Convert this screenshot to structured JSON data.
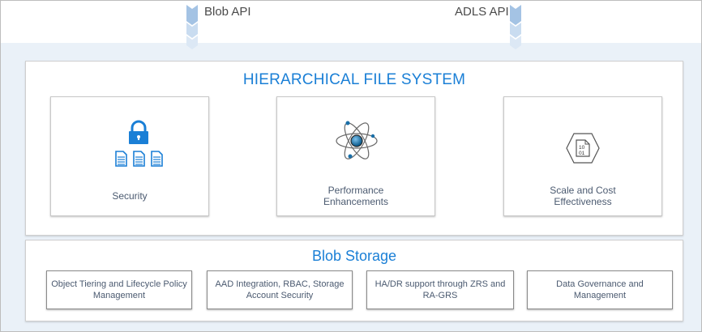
{
  "apis": [
    {
      "label": "Blob API"
    },
    {
      "label": "ADLS API"
    }
  ],
  "hierarchical_file_system": {
    "title": "HIERARCHICAL FILE SYSTEM",
    "cards": [
      {
        "label": "Security",
        "icon": "lock-documents-icon"
      },
      {
        "label_line1": "Performance",
        "label_line2": "Enhancements",
        "icon": "atom-icon"
      },
      {
        "label_line1": "Scale and Cost",
        "label_line2": "Effectiveness",
        "icon": "binary-file-hexagon-icon"
      }
    ]
  },
  "blob_storage": {
    "title": "Blob Storage",
    "features": [
      {
        "label": "Object Tiering and Lifecycle Policy Management"
      },
      {
        "label": "AAD Integration, RBAC, Storage Account Security"
      },
      {
        "label": "HA/DR support through ZRS and RA-GRS"
      },
      {
        "label": "Data Governance and Management"
      }
    ]
  },
  "colors": {
    "accent": "#1a7fd6",
    "band": "#eaf1f8",
    "chevron": "#a9c7e6"
  }
}
